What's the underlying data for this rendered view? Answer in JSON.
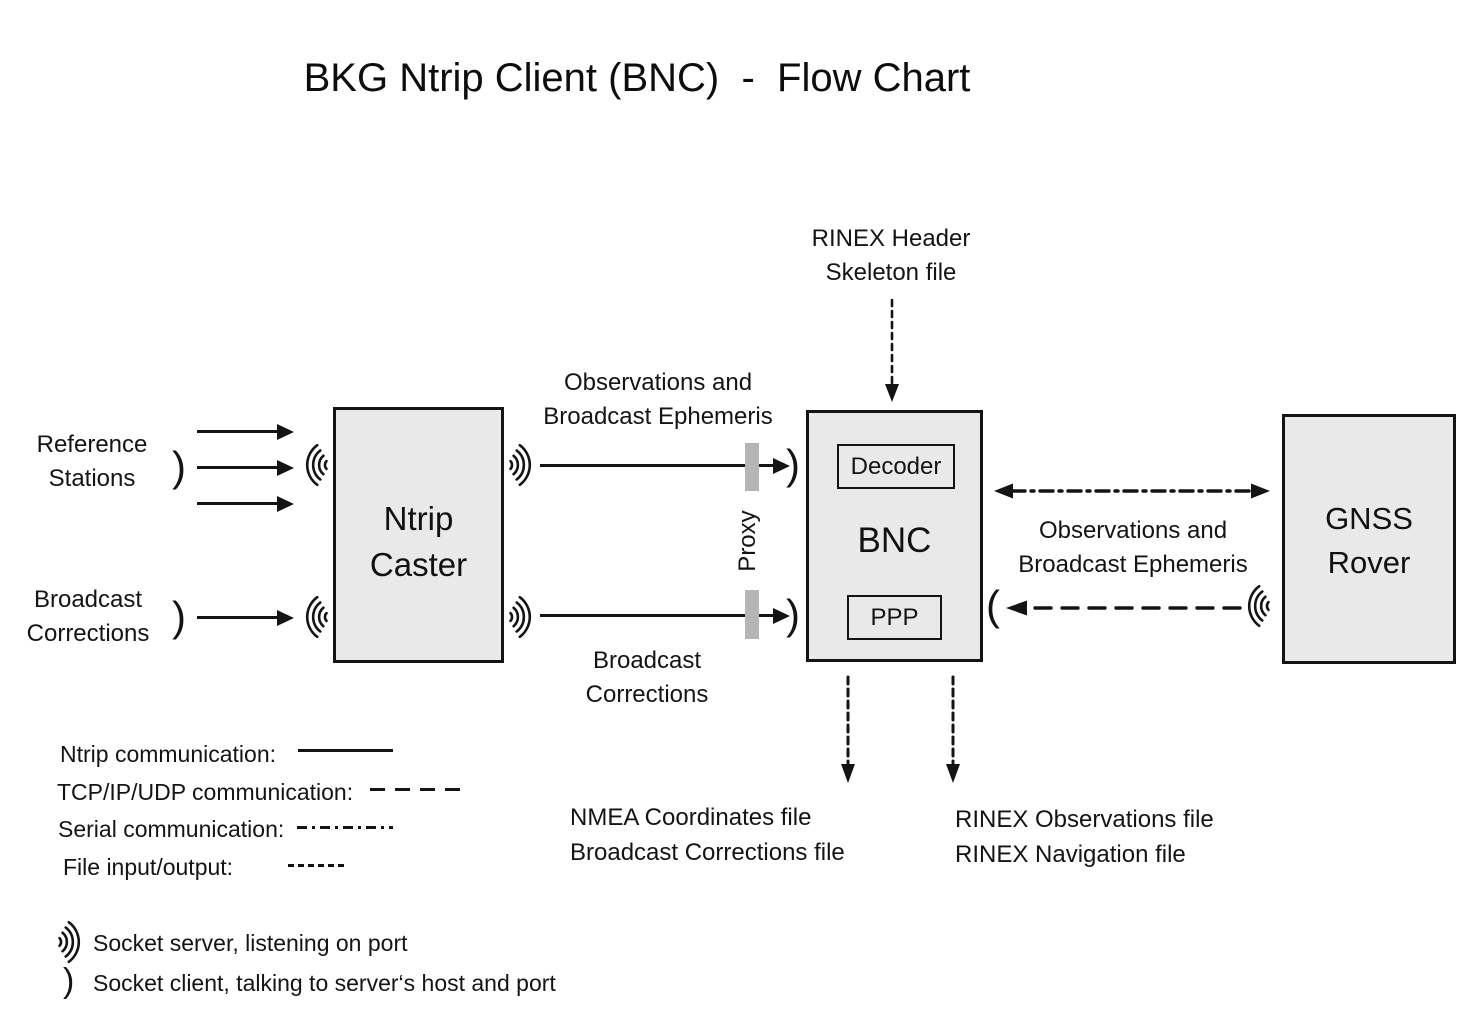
{
  "title": "BKG Ntrip Client (BNC)  -  Flow Chart",
  "nodes": {
    "ntrip_caster": {
      "line1": "Ntrip",
      "line2": "Caster"
    },
    "bnc": {
      "label": "BNC",
      "decoder": "Decoder",
      "ppp": "PPP"
    },
    "gnss_rover": {
      "line1": "GNSS",
      "line2": "Rover"
    }
  },
  "labels": {
    "reference_stations": [
      "Reference",
      "Stations"
    ],
    "broadcast_corrections_left": [
      "Broadcast",
      "Corrections"
    ],
    "obs_ephemeris_mid": [
      "Observations and",
      "Broadcast Ephemeris"
    ],
    "broadcast_corrections_mid": [
      "Broadcast",
      "Corrections"
    ],
    "rinex_header_skeleton": [
      "RINEX Header",
      "Skeleton file"
    ],
    "obs_ephemeris_right": [
      "Observations and",
      "Broadcast Ephemeris"
    ],
    "proxy": "Proxy",
    "nmea_output": [
      "NMEA Coordinates file",
      "Broadcast Corrections file"
    ],
    "rinex_output": [
      "RINEX Observations file",
      "RINEX Navigation file"
    ]
  },
  "legend": {
    "lines": [
      {
        "label": "Ntrip communication:",
        "style": "solid"
      },
      {
        "label": "TCP/IP/UDP communication:",
        "style": "long-dash"
      },
      {
        "label": "Serial communication:",
        "style": "dash-dot"
      },
      {
        "label": "File input/output:",
        "style": "short-dash"
      }
    ],
    "sockets": [
      {
        "icon": "socket-server-icon",
        "label": "Socket server, listening on port"
      },
      {
        "icon": "socket-client-icon",
        "label": "Socket client, talking to server‘s host and port"
      }
    ]
  },
  "colors": {
    "background": "#ffffff",
    "box_fill": "#e9e9e9",
    "box_border": "#141414",
    "proxy_bar": "#b5b5b5",
    "text": "#141414"
  }
}
